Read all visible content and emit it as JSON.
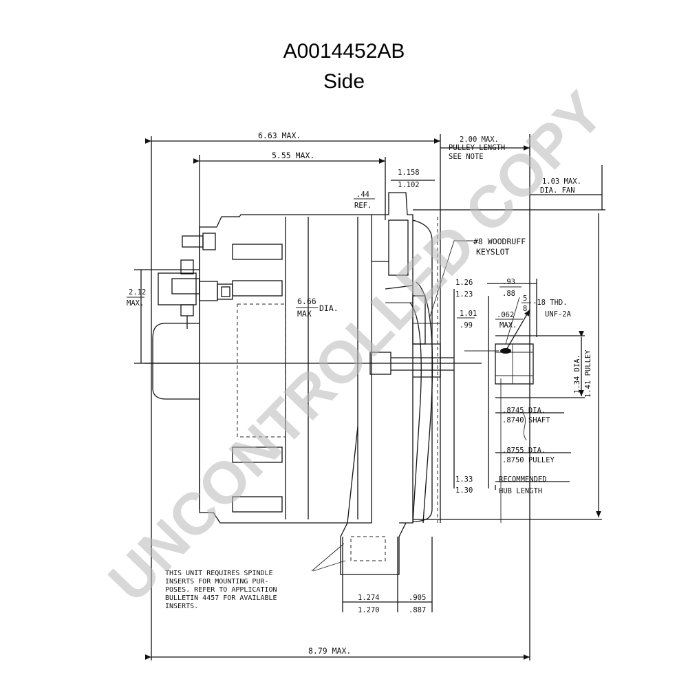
{
  "title": "A0014452AB",
  "subtitle": "Side",
  "watermark": "UNCONTROLLED COPY",
  "dimensions": {
    "overall_max": "6.63 MAX.",
    "body_max": "5.55 MAX.",
    "pulley_length_1": "2.00 MAX.",
    "pulley_length_2": "PULLEY LENGTH",
    "pulley_length_3": "SEE NOTE",
    "flange_top": "1.158",
    "flange_bottom": "1.102",
    "ref_top": ".44",
    "ref_bottom": "REF.",
    "fan_1": "1.03 MAX.",
    "fan_2": "DIA. FAN",
    "height_top": "2.12",
    "height_bottom": "MAX.",
    "dia_top": "6.66",
    "dia_max": "MAX",
    "dia_label": "DIA.",
    "a126": "1.26",
    "a123": "1.23",
    "a93": ".93",
    "a88": ".88",
    "a101": "1.01",
    "a99": ".99",
    "a062": ".062",
    "a062max": "MAX.",
    "thread_num": "5",
    "thread_den": "8",
    "thread_1": "-18 THD.",
    "thread_2": "UNF-2A",
    "d134": "1.34 DIA.",
    "d141": "1.41 PULLEY",
    "shaft_1": ".8745 DIA.",
    "shaft_2": ".8740 SHAFT",
    "pulley_1": ".8755 DIA.",
    "pulley_2": ".8750 PULLEY",
    "hub_133": "1.33",
    "hub_130": "1.30",
    "hub_1": "RECOMMENDED",
    "hub_2": "HUB LENGTH",
    "foot_1274": "1.274",
    "foot_1270": "1.270",
    "foot_905": ".905",
    "foot_887": ".887",
    "total_max": "8.79 MAX.",
    "keyslot_1": "#8 WOODRUFF",
    "keyslot_2": "KEYSLOT"
  },
  "note_lines": [
    "THIS UNIT REQUIRES SPINDLE",
    "INSERTS FOR MOUNTING PUR-",
    "POSES. REFER TO APPLICATION",
    "BULLETIN 4457 FOR AVAILABLE",
    "INSERTS."
  ]
}
